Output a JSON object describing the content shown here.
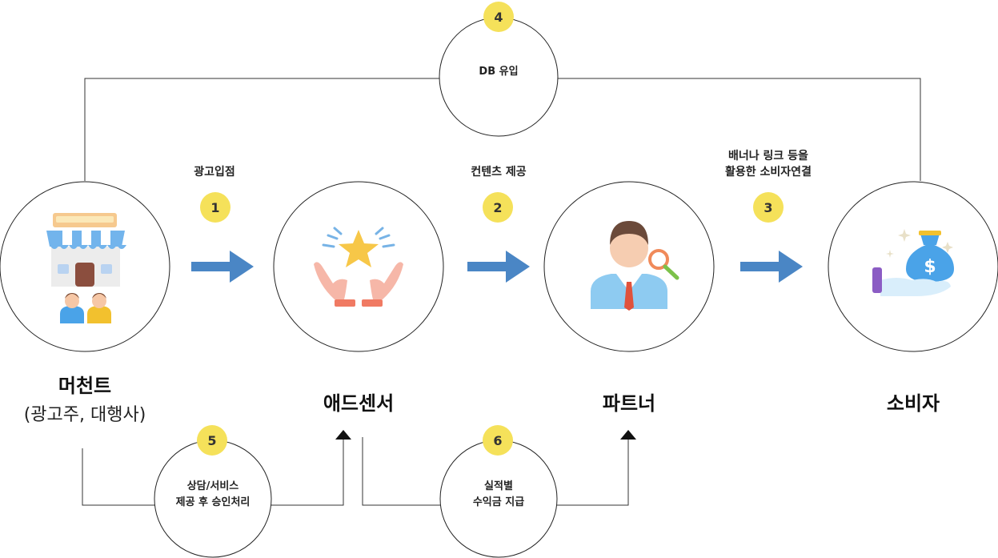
{
  "nodes": {
    "merchant": {
      "title": "머천트",
      "subtitle": "(광고주, 대행사)"
    },
    "adsensor": {
      "title": "애드센서"
    },
    "partner": {
      "title": "파트너"
    },
    "consumer": {
      "title": "소비자"
    }
  },
  "steps": {
    "s1": {
      "number": "1",
      "label": "광고입점"
    },
    "s2": {
      "number": "2",
      "label": "컨텐츠 제공"
    },
    "s3": {
      "number": "3",
      "label_line1": "배너나 링크 등을",
      "label_line2": "활용한 소비자연결"
    },
    "s4": {
      "number": "4",
      "label": "DB 유입"
    },
    "s5": {
      "number": "5",
      "label_line1": "상담/서비스",
      "label_line2": "제공 후 승인처리"
    },
    "s6": {
      "number": "6",
      "label_line1": "실적별",
      "label_line2": "수익금 지급"
    }
  },
  "colors": {
    "arrow": "#4a86c5",
    "badge": "#f5e15a",
    "line": "#333333"
  },
  "icons": {
    "merchant": "store-icon",
    "adsensor": "star-hands-icon",
    "partner": "businessman-icon",
    "consumer": "money-bag-hand-icon"
  }
}
